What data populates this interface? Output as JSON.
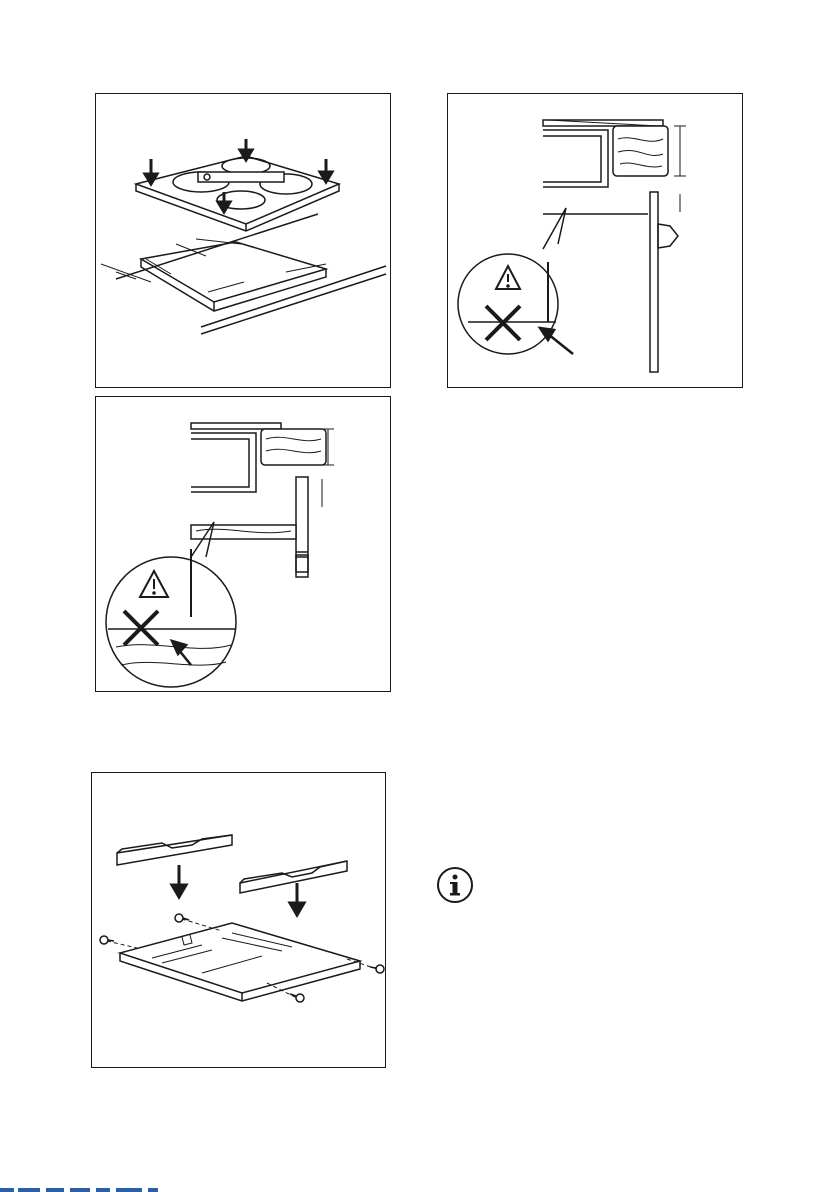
{
  "figures": [
    {
      "id": "hob-installation",
      "icon": "hob-into-cutout-illustration"
    },
    {
      "id": "oven-clearance-warning",
      "icon": "hob-above-oven-warning-illustration"
    },
    {
      "id": "drawer-clearance-warning",
      "icon": "hob-above-drawer-warning-illustration"
    },
    {
      "id": "bracket-assembly",
      "icon": "mounting-brackets-illustration"
    }
  ],
  "icons": {
    "warning": "warning-triangle-icon",
    "prohibited": "cross-icon",
    "information": "info-icon"
  },
  "colors": {
    "line": "#1a1a1a",
    "footer": "#2a5fa8"
  }
}
